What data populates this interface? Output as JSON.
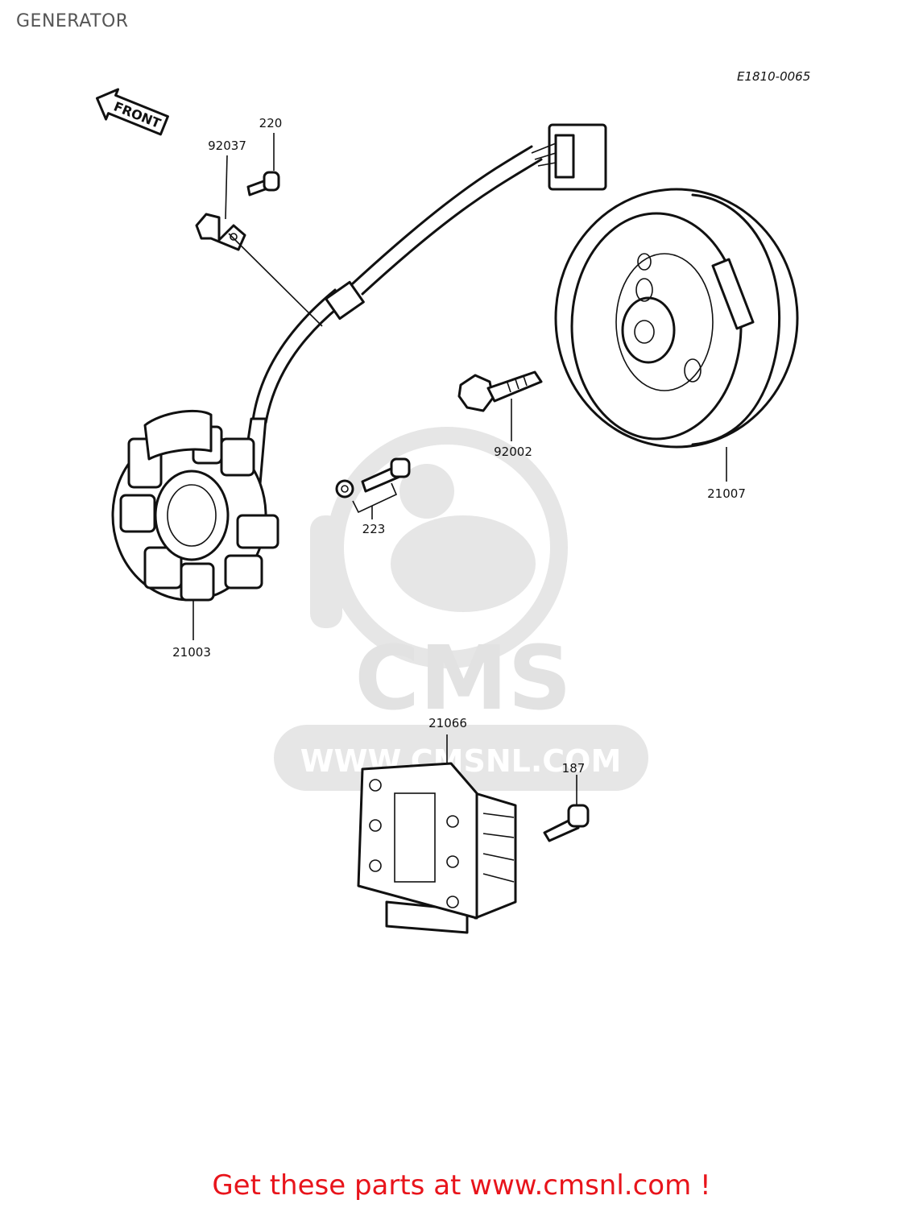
{
  "page": {
    "title": "GENERATOR"
  },
  "diagram": {
    "ref_code": "E1810-0065",
    "front_arrow_label": "FRONT",
    "parts": [
      {
        "number": "220",
        "part": "screw"
      },
      {
        "number": "92037",
        "part": "clamp"
      },
      {
        "number": "92002",
        "part": "flange bolt"
      },
      {
        "number": "21007",
        "part": "rotor"
      },
      {
        "number": "223",
        "part": "screw with washer"
      },
      {
        "number": "21003",
        "part": "stator"
      },
      {
        "number": "21066",
        "part": "regulator"
      },
      {
        "number": "187",
        "part": "bolt"
      }
    ],
    "watermark": {
      "text": "CMS",
      "url": "WWW.CMSNL.COM"
    }
  },
  "footer": {
    "cta": "Get these parts at www.cmsnl.com !",
    "cta_color": "#e8141b"
  }
}
